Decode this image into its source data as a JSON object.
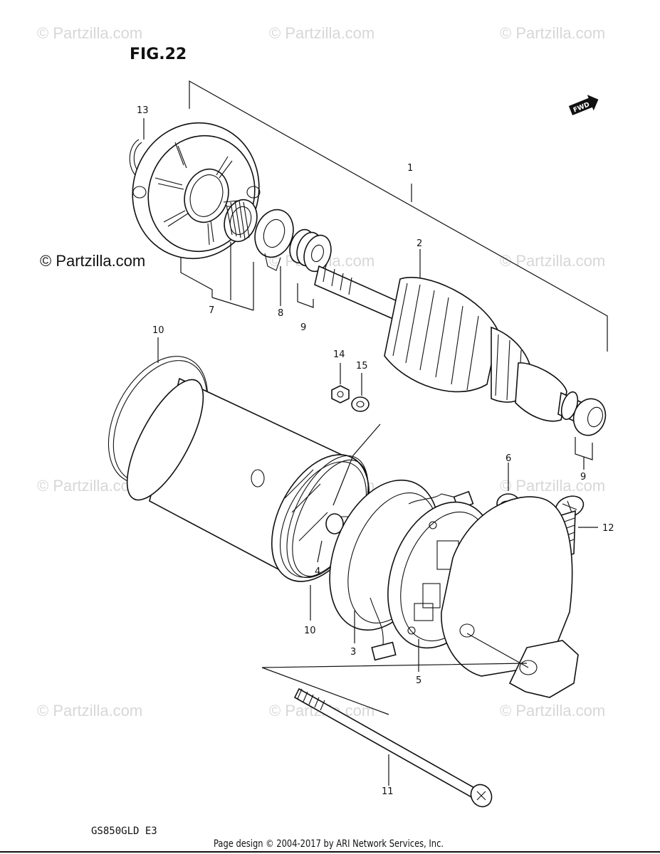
{
  "figure_title": "FIG.22",
  "watermark_text": "© Partzilla.com",
  "model_code": "GS850GLD  E3",
  "footer_text": "Page design © 2004-2017 by ARI Network Services, Inc.",
  "fwd_label": "FWD",
  "callouts": {
    "c1": "1",
    "c2": "2",
    "c3": "3",
    "c4": "4",
    "c5": "5",
    "c6": "6",
    "c7": "7",
    "c8": "8",
    "c9a": "9",
    "c9b": "9",
    "c10a": "10",
    "c10b": "10",
    "c11": "11",
    "c12": "12",
    "c13": "13",
    "c14": "14",
    "c15": "15"
  }
}
